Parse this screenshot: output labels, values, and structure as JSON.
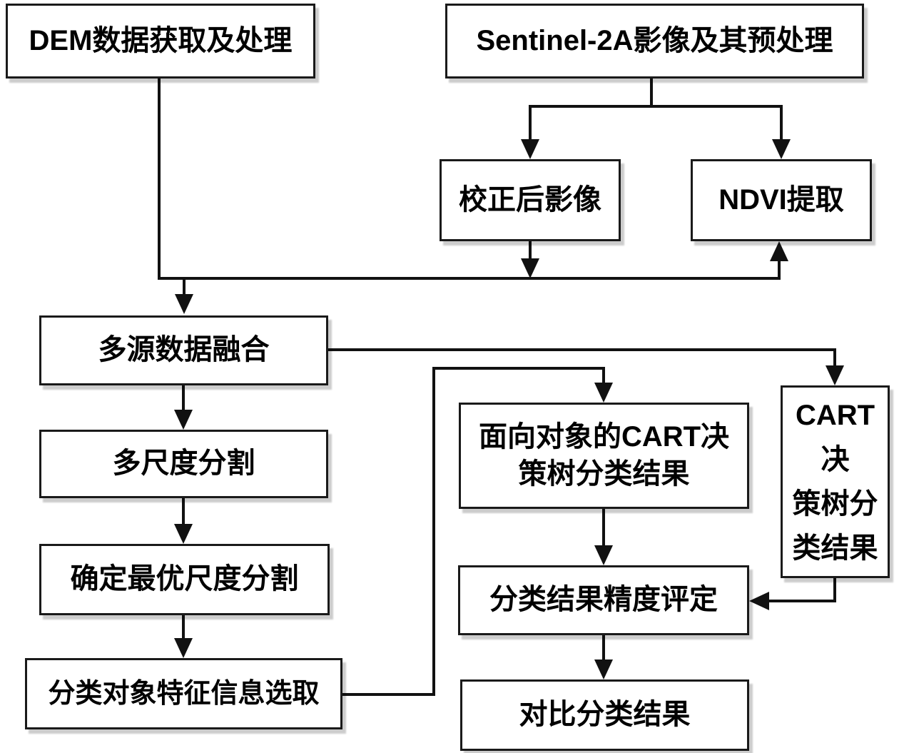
{
  "diagram": {
    "title": "Object-oriented CART decision tree classification workflow",
    "colors": {
      "background": "#ffffff",
      "box_fill": "#ffffff",
      "box_border": "#1a1a1a",
      "line": "#111111",
      "shadow": "#c9c9c9"
    },
    "nodes": {
      "dem": {
        "label": "DEM数据获取及处理"
      },
      "sentinel": {
        "label": "Sentinel-2A影像及其预处理"
      },
      "corrected": {
        "label": "校正后影像"
      },
      "ndvi": {
        "label": "NDVI提取"
      },
      "fusion": {
        "label": "多源数据融合"
      },
      "multiscale": {
        "label": "多尺度分割"
      },
      "optimal": {
        "label": "确定最优尺度分割"
      },
      "feature": {
        "label": "分类对象特征信息选取"
      },
      "oocart": {
        "label": "面向对象的CART决\n策树分类结果"
      },
      "cart": {
        "label": "CART决\n策树分\n类结果"
      },
      "accuracy": {
        "label": "分类结果精度评定"
      },
      "compare": {
        "label": "对比分类结果"
      }
    },
    "edges": [
      {
        "from": "dem",
        "to": "data-bus"
      },
      {
        "from": "sentinel",
        "to": "corrected"
      },
      {
        "from": "sentinel",
        "to": "ndvi"
      },
      {
        "from": "corrected",
        "to": "data-bus"
      },
      {
        "from": "data-bus",
        "to": "fusion"
      },
      {
        "from": "data-bus",
        "to": "ndvi"
      },
      {
        "from": "fusion",
        "to": "multiscale"
      },
      {
        "from": "fusion",
        "to": "cart"
      },
      {
        "from": "multiscale",
        "to": "optimal"
      },
      {
        "from": "optimal",
        "to": "feature"
      },
      {
        "from": "feature",
        "to": "oocart"
      },
      {
        "from": "oocart",
        "to": "accuracy"
      },
      {
        "from": "cart",
        "to": "accuracy"
      },
      {
        "from": "accuracy",
        "to": "compare"
      }
    ]
  }
}
